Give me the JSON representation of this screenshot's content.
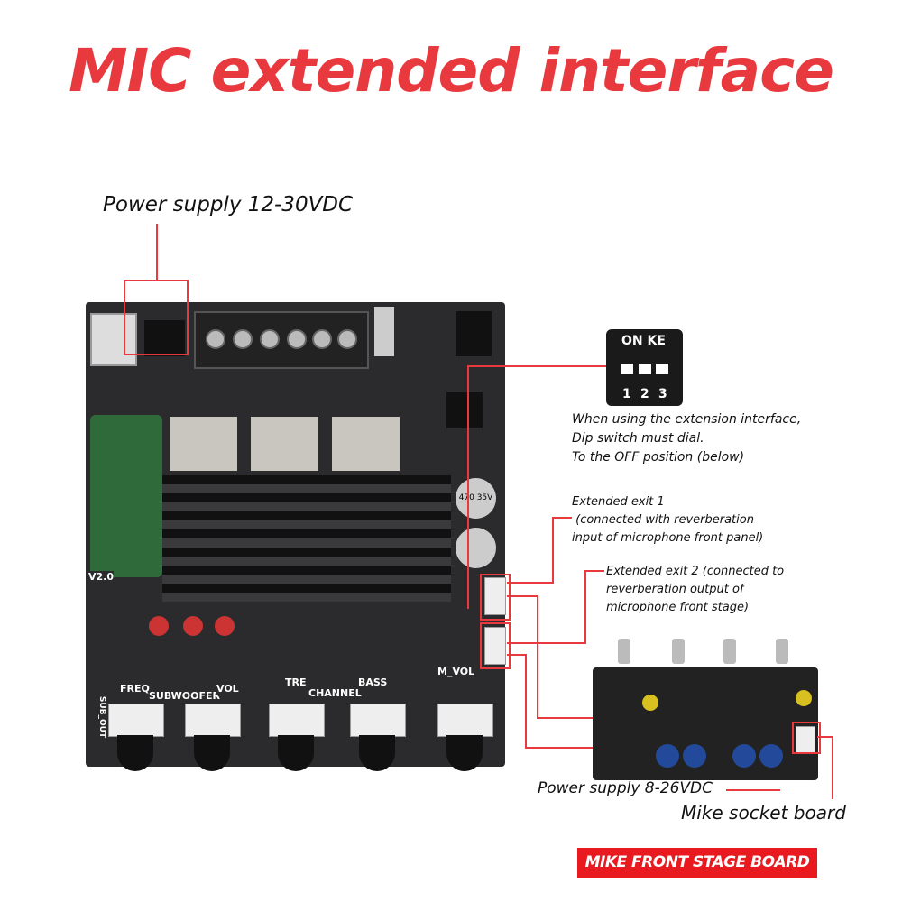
{
  "title": "MIC extended interface",
  "annotations": {
    "power_main": "Power supply 12-30VDC",
    "dip_note": [
      "When using the extension interface,",
      "Dip switch must dial.",
      "To the OFF position (below)"
    ],
    "exit1": [
      "Extended exit 1",
      " (connected with reverberation",
      "input of microphone front panel)"
    ],
    "exit2": [
      "Extended exit 2 (connected to",
      "reverberation output of",
      "microphone front stage)"
    ],
    "power_mic": "Power supply 8-26VDC",
    "mic_socket": "Mike socket board"
  },
  "dip_switch": {
    "top_label": "ON KE",
    "numbers": [
      "1",
      "2",
      "3"
    ]
  },
  "board_labels": {
    "version": "V2.0",
    "freq": "FREQ",
    "subwoofer": "SUBWOOFER",
    "vol": "VOL",
    "tre": "TRE",
    "channel": "CHANNEL",
    "bass": "BASS",
    "m_vol": "M_VOL",
    "sub_out": "SUB_OUT",
    "cap_rating": "470 35V"
  },
  "badge": "MIKE FRONT STAGE BOARD",
  "colors": {
    "accent": "#e8393f",
    "board": "#2b2b2d"
  }
}
